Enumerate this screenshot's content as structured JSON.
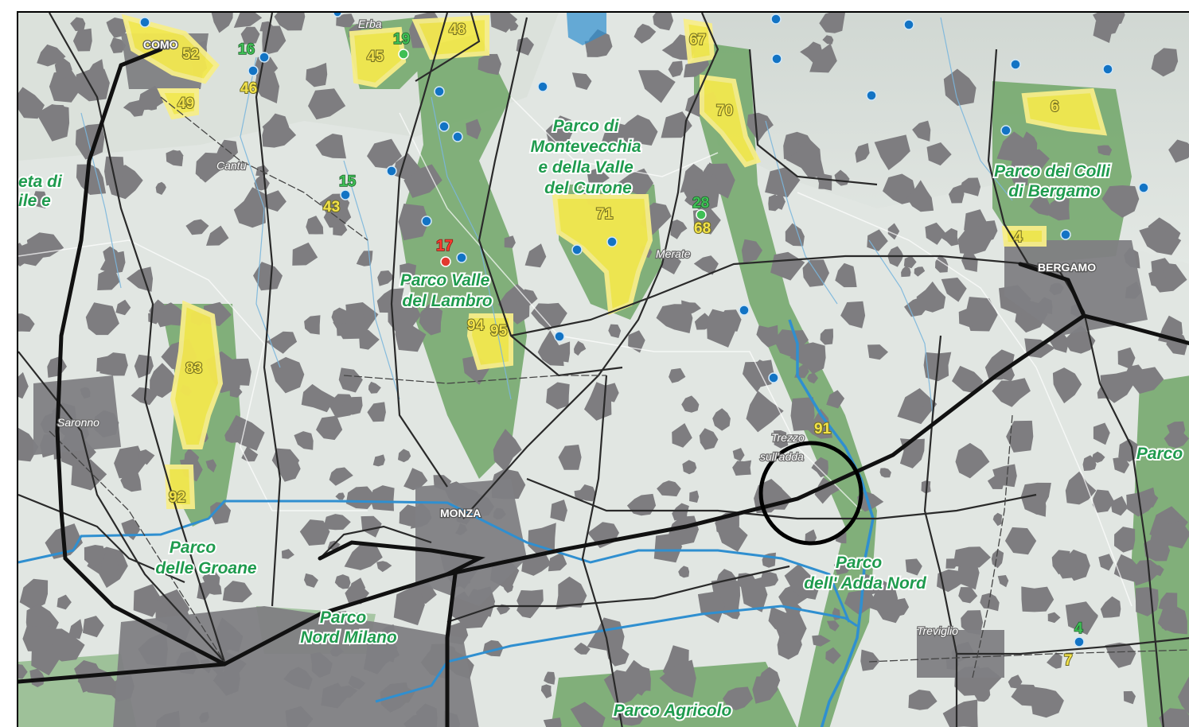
{
  "parks": [
    {
      "id": "montevecchia",
      "lines": [
        "Parco di",
        "Montevecchia",
        "e della Valle",
        "del Curone"
      ]
    },
    {
      "id": "colli-bergamo",
      "lines": [
        "Parco dei Colli",
        "di Bergamo"
      ]
    },
    {
      "id": "valle-lambro",
      "lines": [
        "Parco Valle",
        "del Lambro"
      ]
    },
    {
      "id": "groane",
      "lines": [
        "Parco",
        "delle Groane"
      ]
    },
    {
      "id": "adda-nord",
      "lines": [
        "Parco",
        "dell' Adda Nord"
      ]
    },
    {
      "id": "nord-milano",
      "lines": [
        "Parco",
        "Nord Milano"
      ]
    },
    {
      "id": "agricolo",
      "lines": [
        "Parco Agricolo"
      ]
    },
    {
      "id": "parco-east",
      "lines": [
        "Parco"
      ]
    },
    {
      "id": "cut-left",
      "lines": [
        "eta di",
        "ile e"
      ]
    }
  ],
  "towns": {
    "erba": "Erba",
    "cantu": "Cantu",
    "merate": "Merate",
    "saronno": "Saronno",
    "trezzo_1": "Trezzo",
    "trezzo_2": "sull'adda",
    "treviglio": "Treviglio"
  },
  "cities": {
    "como": "COMO",
    "bergamo": "BERGAMO",
    "monza": "MONZA"
  },
  "site_numbers": {
    "yellow": [
      "52",
      "49",
      "48",
      "45",
      "46",
      "43",
      "67",
      "70",
      "71",
      "68",
      "6",
      "4",
      "94",
      "95",
      "83",
      "92",
      "91",
      "7"
    ],
    "green": [
      "16",
      "19",
      "15",
      "28",
      "4"
    ],
    "red": [
      "17"
    ]
  },
  "colors": {
    "urban": "#7d7c7f",
    "park": "#72a86a",
    "sic": "#f3e84f",
    "water": "#3a93cf",
    "point": "#1273c4",
    "background": "#e3e8e4"
  }
}
